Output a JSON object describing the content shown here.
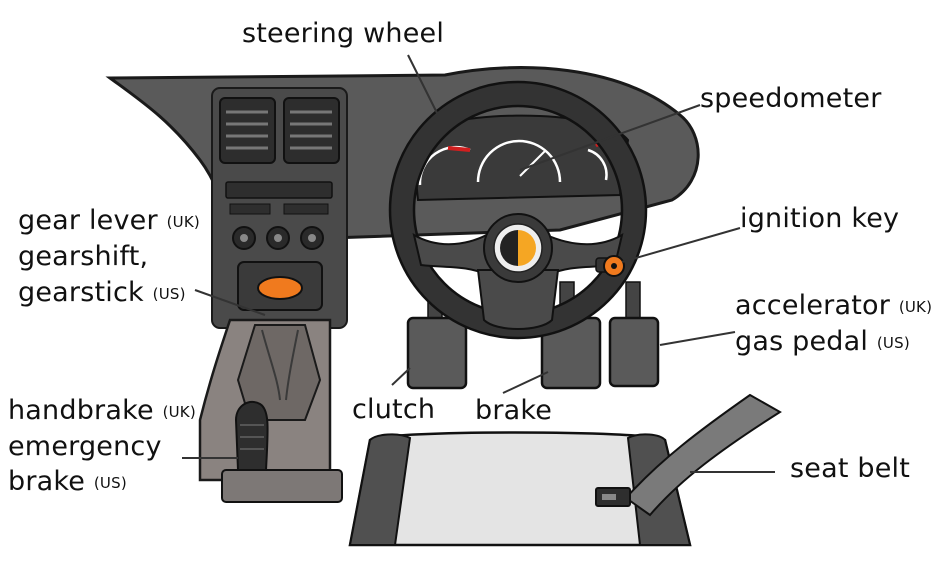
{
  "labels": {
    "steering_wheel": "steering wheel",
    "speedometer": "speedometer",
    "ignition_key": "ignition key",
    "accelerator": "accelerator",
    "accelerator_region": "(UK)",
    "gas_pedal": "gas pedal",
    "gas_pedal_region": "(US)",
    "gear_lever": "gear lever",
    "gear_lever_region": "(UK)",
    "gearshift": "gearshift,",
    "gearstick": "gearstick",
    "gearstick_region": "(US)",
    "handbrake": "handbrake",
    "handbrake_region": "(UK)",
    "emergency": "emergency",
    "emergency_brake": "brake",
    "emergency_brake_region": "(US)",
    "clutch": "clutch",
    "brake": "brake",
    "seat_belt": "seat belt"
  },
  "colors": {
    "dashboard": "#5a5a5a",
    "dashboard_dark": "#3c3c3c",
    "console": "#8a8380",
    "seat": "#e4e4e4",
    "gear_knob": "#f07a1e",
    "logo_orange": "#f5a623",
    "needle_red": "#d11f1f"
  },
  "icons": [
    "air-vent-icon",
    "dial-knob-icon",
    "smart-logo-icon",
    "ignition-key-icon"
  ]
}
